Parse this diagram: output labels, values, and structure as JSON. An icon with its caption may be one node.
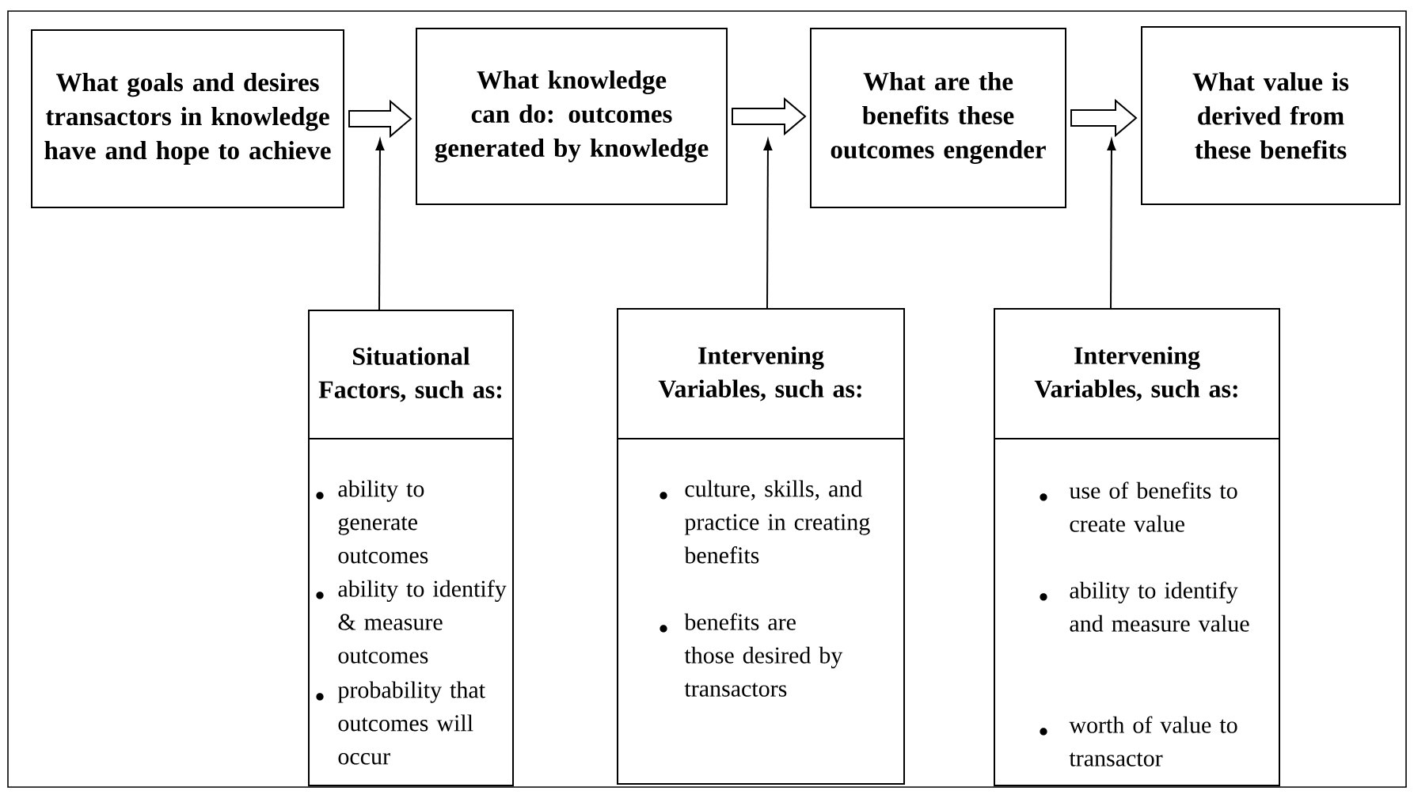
{
  "diagram": {
    "nodes": [
      {
        "text": [
          "What goals and desires transactors in knowledge have and hope to achieve"
        ]
      },
      {
        "text": [
          "What knowledge can do: outcomes generated by knowledge"
        ]
      },
      {
        "text": [
          "What are the benefits these outcomes engender"
        ]
      },
      {
        "text": [
          "What value is derived from these benefits"
        ]
      },
      {
        "text": [
          "Situational Factors, such as:",
          "ability to generate outcomes",
          "ability to identify & measure outcomes",
          "probability that outcomes will occur"
        ]
      },
      {
        "text": [
          "Intervening Variables, such as:",
          "culture, skills, and practice in creating benefits",
          "benefits are those desired by transactors"
        ]
      },
      {
        "text": [
          "Intervening Variables, such as:",
          "use of benefits to create value",
          "ability to identify and measure value",
          "worth of value to transactor"
        ]
      }
    ],
    "edges": [
      {
        "from": 0,
        "to": 1,
        "arrow": "to"
      },
      {
        "from": 1,
        "to": 2,
        "arrow": "to"
      },
      {
        "from": 2,
        "to": 3,
        "arrow": "to"
      },
      {
        "from": 4,
        "to": null,
        "arrow": "to"
      },
      {
        "from": 5,
        "to": null,
        "arrow": "to"
      },
      {
        "from": 6,
        "to": null,
        "arrow": "to"
      }
    ]
  }
}
